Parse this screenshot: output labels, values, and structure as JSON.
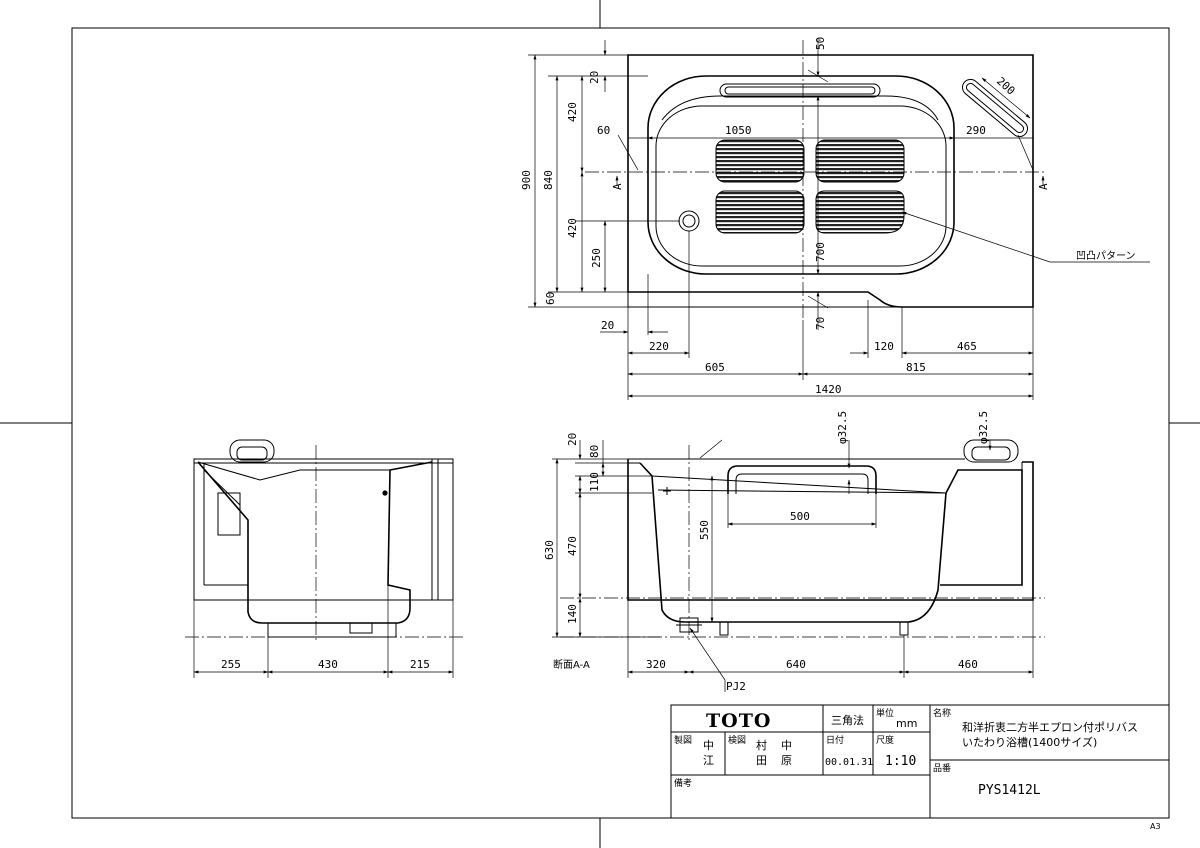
{
  "plan_view": {
    "dims": {
      "d50": "50",
      "d20_top": "20",
      "d420_top": "420",
      "d900": "900",
      "d840": "840",
      "d420_bottom": "420",
      "d250": "250",
      "d60_left": "60",
      "d60_right": "60",
      "d1050": "1050",
      "d290": "290",
      "d200": "200",
      "d700": "700",
      "d70": "70",
      "d20_bottom": "20",
      "d220": "220",
      "d120": "120",
      "d465": "465",
      "d605": "605",
      "d815": "815",
      "d1420": "1420"
    },
    "section_mark_left": "A",
    "section_mark_right": "A",
    "pattern_label": "凹凸パターン"
  },
  "side_view": {
    "dims": {
      "d255": "255",
      "d430": "430",
      "d215": "215"
    }
  },
  "section_view": {
    "dims": {
      "d20": "20",
      "d80": "80",
      "d110": "110",
      "d470": "470",
      "d630": "630",
      "d140": "140",
      "d550": "550",
      "d500": "500",
      "phi1": "φ32.5",
      "phi2": "φ32.5",
      "d320": "320",
      "d640": "640",
      "d460": "460"
    },
    "section_label": "断面A-A",
    "drain_label": "PJ2"
  },
  "title_block": {
    "logo": "TOTO",
    "projection": "三角法",
    "unit_label": "単位",
    "unit_value": "mm",
    "name_label": "名称",
    "name_line1": "和洋折衷二方半エプロン付ポリバス",
    "name_line2": "いたわり浴槽(1400サイズ)",
    "drawn_label": "製図",
    "drawn_1": "中",
    "drawn_2": "江",
    "checked_label": "検図",
    "checked_1": "村",
    "checked_2": "田",
    "checked_3": "中",
    "checked_4": "原",
    "date_label": "日付",
    "date_value": "00.01.31",
    "scale_label": "尺度",
    "scale_value": "1:10",
    "part_label": "品番",
    "part_value": "PYS1412L",
    "remarks_label": "備考"
  },
  "sheet_size": "A3"
}
